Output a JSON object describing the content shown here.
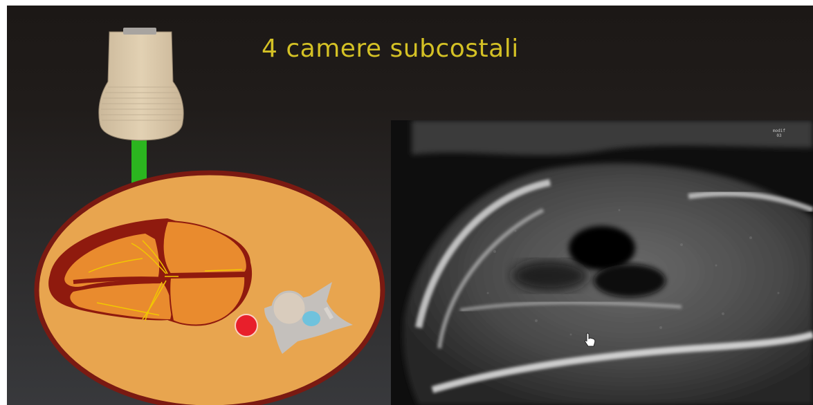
{
  "slide": {
    "title": "4 camere subcostali"
  },
  "ultrasound": {
    "depth_label_line1": "modif",
    "depth_label_line2": "03"
  },
  "colors": {
    "title": "#d4c125",
    "probe_body": "#dcc9a9",
    "beam": "#2bb51f",
    "body_fill": "#e8a54f",
    "body_outline": "#7a1a12",
    "heart_myocardium": "#8f1a0e",
    "heart_chamber": "#e98b2e",
    "valves": "#f2c800",
    "aorta": "#e81f2b",
    "spine": "#c4c0bc",
    "spinal_canal": "#6fc2dd"
  },
  "icons": {
    "probe": "ultrasound-probe-icon",
    "cursor": "hand-pointer-cursor-icon"
  }
}
